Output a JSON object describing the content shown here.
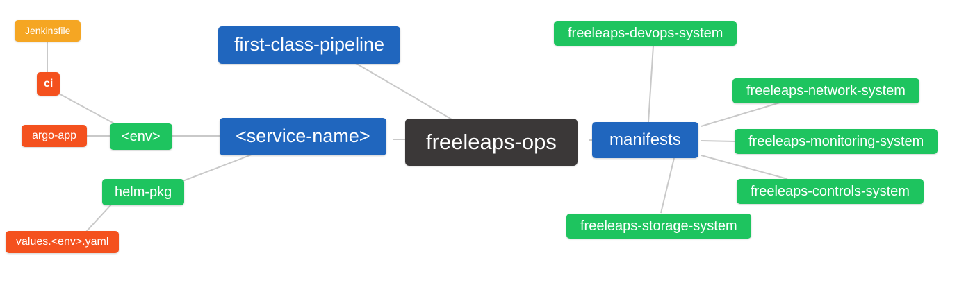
{
  "diagram": {
    "title": "freeleaps-ops mind map",
    "palette": {
      "root_bg": "#3b3838",
      "level1_bg": "#2066be",
      "level2_bg": "#1ec45f",
      "level3_bg": "#f4511e",
      "level4_bg": "#f5a623",
      "edge_color": "#c9c9c9",
      "text_color": "#ffffff",
      "background": "#ffffff"
    },
    "nodes": {
      "root": {
        "label": "freeleaps-ops"
      },
      "service_name": {
        "label": "<service-name>"
      },
      "first_class": {
        "label": "first-class-pipeline"
      },
      "manifests": {
        "label": "manifests"
      },
      "env": {
        "label": "<env>"
      },
      "helm_pkg": {
        "label": "helm-pkg"
      },
      "ci": {
        "label": "ci"
      },
      "argo_app": {
        "label": "argo-app"
      },
      "jenkinsfile": {
        "label": "Jenkinsfile"
      },
      "values_yaml": {
        "label": "values.<env>.yaml"
      },
      "devops": {
        "label": "freeleaps-devops-system"
      },
      "network": {
        "label": "freeleaps-network-system"
      },
      "monitoring": {
        "label": "freeleaps-monitoring-system"
      },
      "controls": {
        "label": "freeleaps-controls-system"
      },
      "storage": {
        "label": "freeleaps-storage-system"
      }
    },
    "edges": [
      {
        "from": "jenkinsfile",
        "to": "ci"
      },
      {
        "from": "ci",
        "to": "env"
      },
      {
        "from": "argo_app",
        "to": "env"
      },
      {
        "from": "env",
        "to": "service_name"
      },
      {
        "from": "helm_pkg",
        "to": "service_name"
      },
      {
        "from": "values_yaml",
        "to": "helm_pkg"
      },
      {
        "from": "first_class",
        "to": "root"
      },
      {
        "from": "service_name",
        "to": "root"
      },
      {
        "from": "root",
        "to": "manifests"
      },
      {
        "from": "manifests",
        "to": "devops"
      },
      {
        "from": "manifests",
        "to": "network"
      },
      {
        "from": "manifests",
        "to": "monitoring"
      },
      {
        "from": "manifests",
        "to": "controls"
      },
      {
        "from": "manifests",
        "to": "storage"
      }
    ]
  }
}
